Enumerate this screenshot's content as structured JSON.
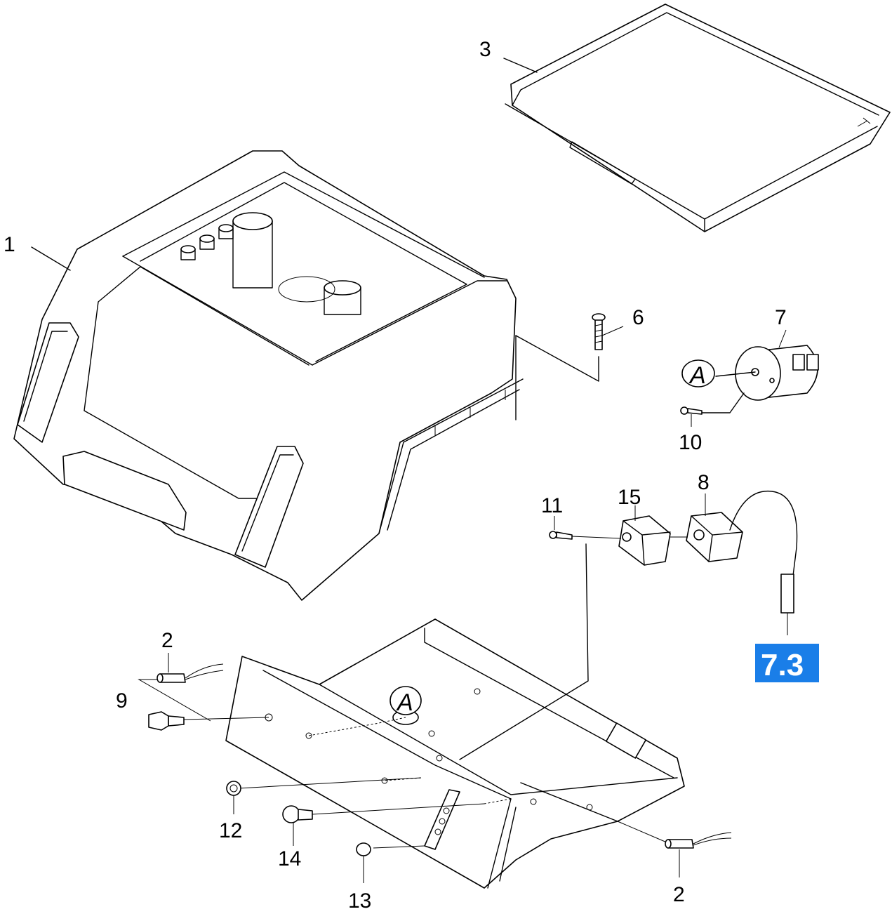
{
  "callouts": {
    "c1": "1",
    "c2a": "2",
    "c2b": "2",
    "c3": "3",
    "c6": "6",
    "c7": "7",
    "c8": "8",
    "c9": "9",
    "c10": "10",
    "c11": "11",
    "c12": "12",
    "c13": "13",
    "c14": "14",
    "c15": "15"
  },
  "markers": {
    "a_upper": "A",
    "a_lower": "A"
  },
  "reference": {
    "label": "7.3",
    "color": "#1a7ee8"
  }
}
